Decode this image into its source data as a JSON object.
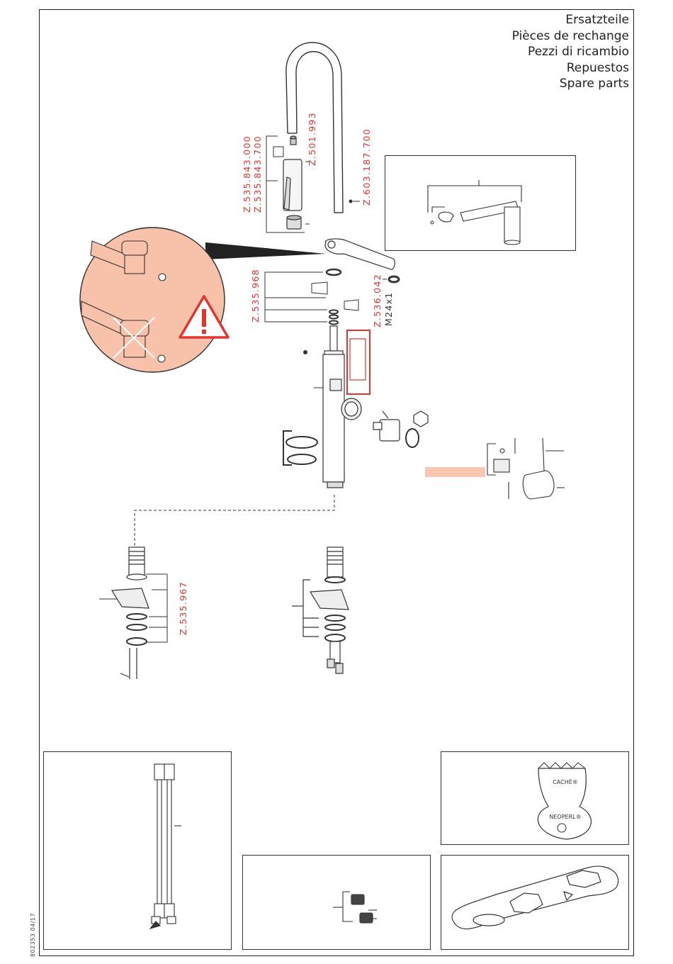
{
  "header": {
    "titles": [
      "Ersatzteile",
      "Pièces de rechange",
      "Pezzi di ricambio",
      "Repuestos",
      "Spare parts"
    ]
  },
  "parts": {
    "handshower_1": "Z.535.843.000",
    "handshower_2": "Z.535.843.700",
    "aerator": "Z.501.993",
    "weight": "Z.603.187.700",
    "seal_set": "Z.535.968",
    "nut": "Z.536.042",
    "thread": "M24x1",
    "mounting_set": "Z.535.967"
  },
  "tools": {
    "key_top_text": "CACHÉ®",
    "key_bottom_text": "NEOPERL®"
  },
  "doc_number": "802353 04/17",
  "colors": {
    "accent_red": "#e3342f",
    "detail_fill": "#f8c1a9",
    "highlight": "#f9c6b0"
  }
}
